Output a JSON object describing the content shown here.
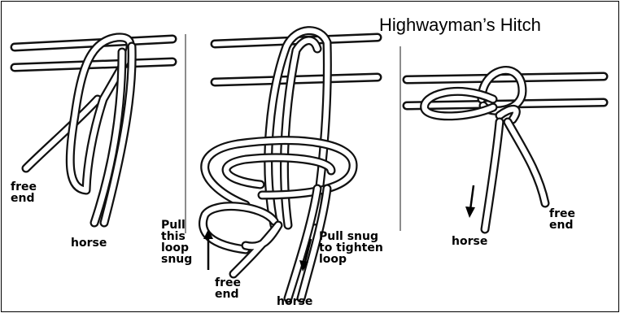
{
  "title": "Highwayman’s Hitch",
  "panel1": {
    "free_end": "free\nend",
    "horse": "horse"
  },
  "panel2": {
    "pull_loop": "Pull\nthis\nloop\nsnug",
    "pull_snug": "Pull snug\nto tighten\nloop",
    "free_end": "free\nend",
    "horse": "horse"
  },
  "panel3": {
    "horse": "horse",
    "free_end": "free\nend"
  }
}
